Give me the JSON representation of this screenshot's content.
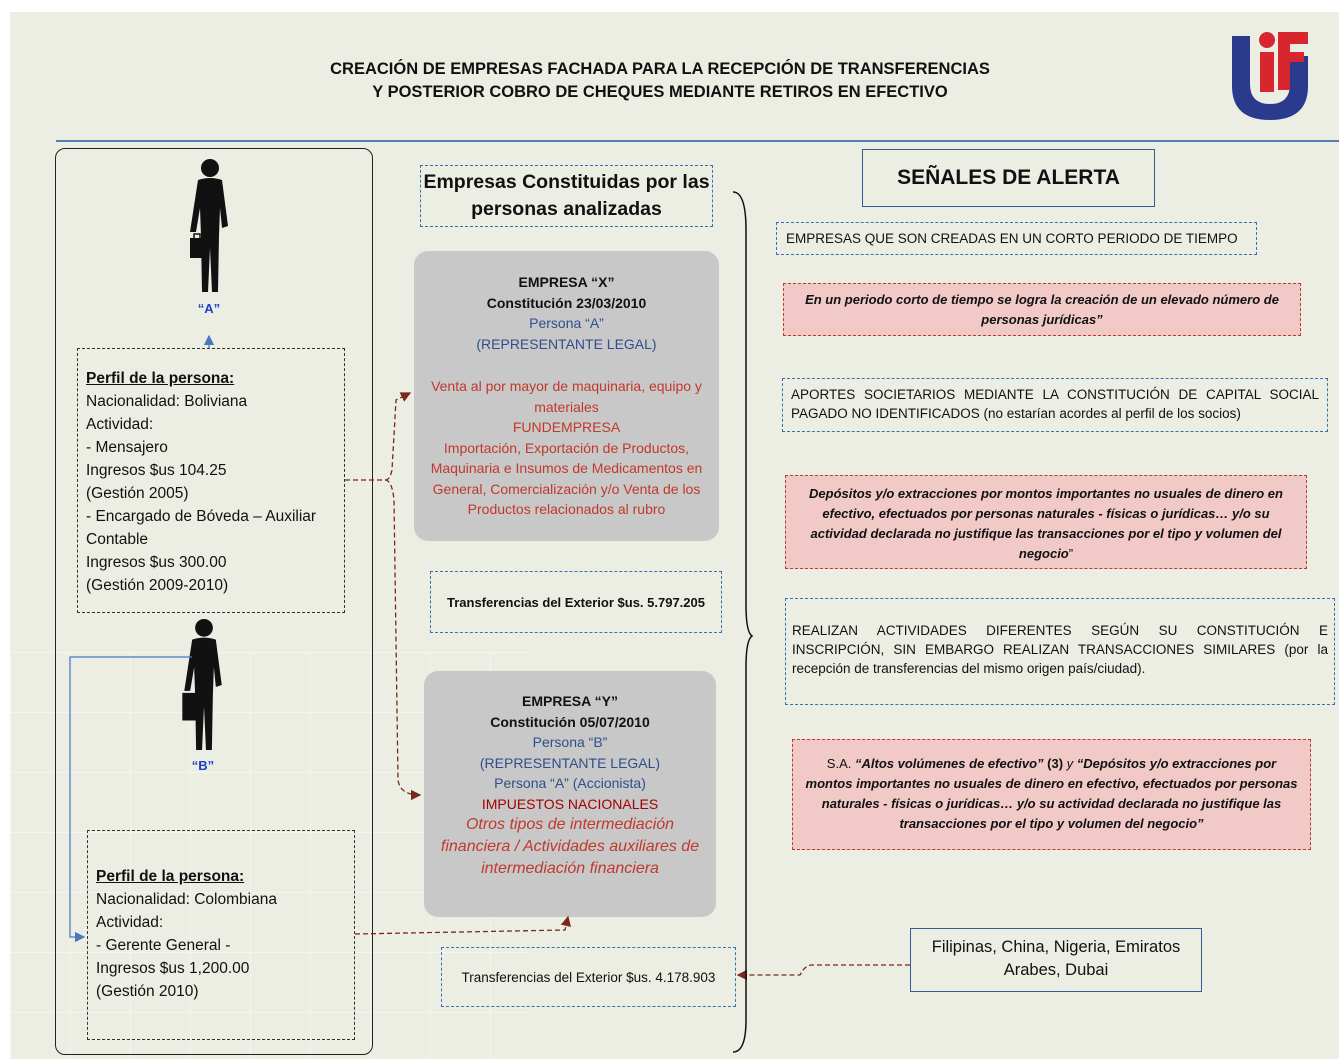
{
  "title": {
    "line1": "CREACIÓN DE EMPRESAS FACHADA PARA LA RECEPCIÓN DE TRANSFERENCIAS",
    "line2": "Y POSTERIOR COBRO DE CHEQUES MEDIANTE RETIROS EN EFECTIVO"
  },
  "colors": {
    "accent_blue": "#5a7fb8",
    "alert_red_bg": "#f1c9c6",
    "box_gray": "#c8c8c8",
    "slide_bg": "#eceee4"
  },
  "persons": {
    "a": {
      "label": "“A”",
      "icon": "businessman-silhouette-icon"
    },
    "b": {
      "label": "“B”",
      "icon": "businessman-silhouette-icon"
    }
  },
  "profile_a": {
    "heading": "Perfil de la persona:",
    "nacionalidad": "Nacionalidad: Boliviana",
    "actividad": "Actividad:",
    "item1": "- Mensajero",
    "ingresos1": "Ingresos $us 104.25",
    "gestion1": "(Gestión 2005)",
    "item2": "- Encargado de Bóveda – Auxiliar Contable",
    "ingresos2": "Ingresos $us 300.00",
    "gestion2": "(Gestión 2009-2010)"
  },
  "profile_b": {
    "heading": "Perfil de la persona:",
    "nacionalidad": "Nacionalidad: Colombiana",
    "actividad": "Actividad:",
    "item1": "- Gerente General -",
    "ingresos1": "Ingresos $us 1,200.00",
    "gestion1": "(Gestión 2010)"
  },
  "empresas_header": "Empresas Constituidas por las personas analizadas",
  "empresa_x": {
    "name": "EMPRESA “X”",
    "constitucion": "Constitución 23/03/2010",
    "persona": "Persona “A”",
    "rol": "(REPRESENTANTE LEGAL)",
    "actividad": "Venta al por mayor de maquinaria, equipo y materiales",
    "registro": "FUNDEMPRESA",
    "detalle": "Importación, Exportación de Productos, Maquinaria e Insumos de Medicamentos en General, Comercialización y/o Venta de los Productos relacionados al rubro"
  },
  "transfer_x": "Transferencias del Exterior $us. 5.797.205",
  "empresa_y": {
    "name": "EMPRESA “Y”",
    "constitucion": "Constitución 05/07/2010",
    "persona_b": "Persona “B”",
    "rol": "(REPRESENTANTE LEGAL)",
    "persona_a": "Persona “A” (Accionista)",
    "registro": "IMPUESTOS NACIONALES",
    "actividad": "Otros tipos de intermediación financiera / Actividades auxiliares de intermediación financiera"
  },
  "transfer_y": "Transferencias del Exterior $us. 4.178.903",
  "alerts": {
    "header": "SEÑALES DE ALERTA",
    "a1": "EMPRESAS QUE SON CREADAS EN UN CORTO PERIODO DE TIEMPO",
    "a2": "En un periodo corto de tiempo se logra la creación de un elevado número de personas jurídicas”",
    "a3": "APORTES SOCIETARIOS MEDIANTE LA CONSTITUCIÓN DE CAPITAL SOCIAL PAGADO NO IDENTIFICADOS (no estarían acordes al perfil de los socios)",
    "a4": "Depósitos y/o extracciones por montos importantes no usuales de dinero en efectivo, efectuados por personas naturales - físicas o jurídicas… y/o su actividad declarada no justifique las transacciones por el tipo y volumen del negocio",
    "a4_end": "”",
    "a5": "REALIZAN ACTIVIDADES DIFERENTES SEGÚN SU CONSTITUCIÓN E INSCRIPCIÓN, SIN EMBARGO REALIZAN TRANSACCIONES SIMILARES (por la recepción de transferencias del mismo origen país/ciudad).",
    "a6_prefix": "S.A. ",
    "a6_q1": "“Altos volúmenes de efectivo”",
    "a6_num": " (3) ",
    "a6_y": "y ",
    "a6_q2": "“Depósitos y/o extracciones por montos importantes no usuales de dinero en efectivo, efectuados por personas naturales - físicas o jurídicas… y/o su actividad declarada no justifique las transacciones por el tipo y volumen del negocio”"
  },
  "origin": "Filipinas, China, Nigeria, Emiratos Arabes, Dubai"
}
